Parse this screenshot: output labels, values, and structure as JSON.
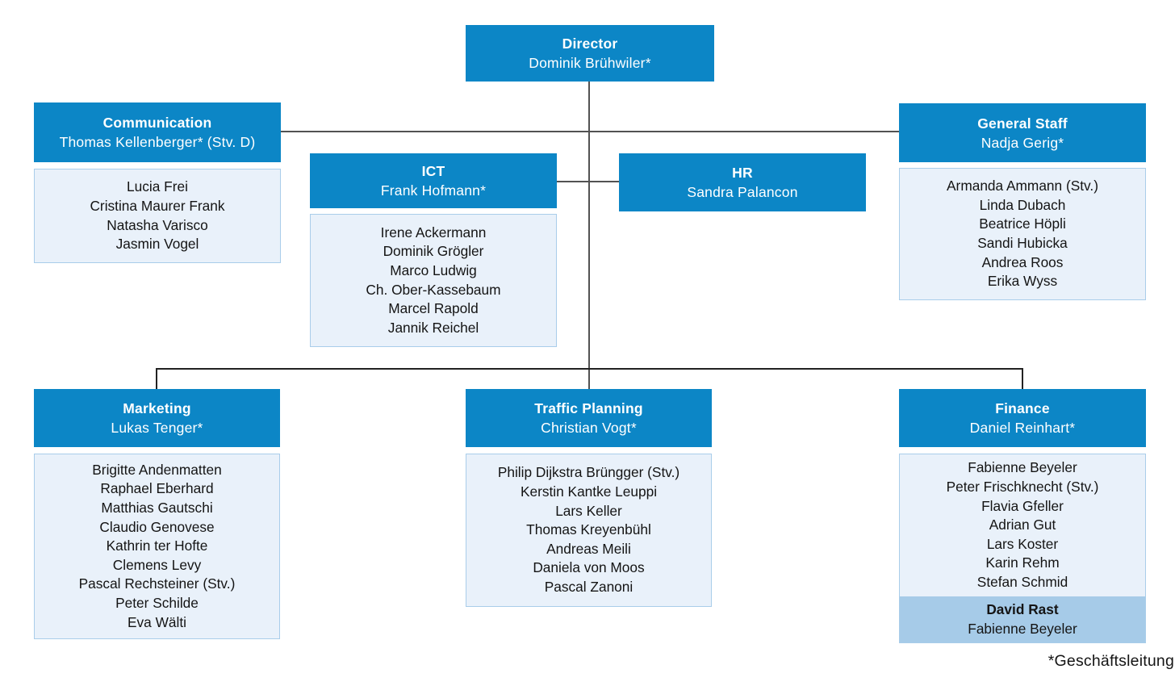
{
  "org": {
    "director": {
      "title": "Director",
      "lead": "Dominik Brühwiler*"
    },
    "communication": {
      "title": "Communication",
      "lead": "Thomas Kellenberger* (Stv. D)",
      "members": [
        "Lucia Frei",
        "Cristina Maurer Frank",
        "Natasha Varisco",
        "Jasmin Vogel"
      ]
    },
    "ict": {
      "title": "ICT",
      "lead": "Frank Hofmann*",
      "members": [
        "Irene Ackermann",
        "Dominik Grögler",
        "Marco Ludwig",
        "Ch. Ober-Kassebaum",
        "Marcel Rapold",
        "Jannik Reichel"
      ]
    },
    "hr": {
      "title": "HR",
      "lead": "Sandra Palancon"
    },
    "general_staff": {
      "title": "General Staff",
      "lead": "Nadja Gerig*",
      "members": [
        "Armanda Ammann (Stv.)",
        "Linda Dubach",
        "Beatrice Höpli",
        "Sandi Hubicka",
        "Andrea Roos",
        "Erika Wyss"
      ]
    },
    "marketing": {
      "title": "Marketing",
      "lead": "Lukas Tenger*",
      "members": [
        "Brigitte Andenmatten",
        "Raphael Eberhard",
        "Matthias Gautschi",
        "Claudio Genovese",
        "Kathrin ter Hofte",
        "Clemens Levy",
        "Pascal Rechsteiner (Stv.)",
        "Peter Schilde",
        "Eva Wälti"
      ]
    },
    "traffic_planning": {
      "title": "Traffic Planning",
      "lead": "Christian Vogt*",
      "members": [
        "Philip Dijkstra Brüngger (Stv.)",
        "Kerstin Kantke Leuppi",
        "Lars Keller",
        "Thomas Kreyenbühl",
        "Andreas Meili",
        "Daniela von Moos",
        "Pascal Zanoni"
      ]
    },
    "finance": {
      "title": "Finance",
      "lead": "Daniel Reinhart*",
      "members": [
        "Fabienne Beyeler",
        "Peter Frischknecht (Stv.)",
        "Flavia Gfeller",
        "Adrian Gut",
        "Lars Koster",
        "Karin Rehm",
        "Stefan Schmid"
      ],
      "sub_members": [
        "David Rast",
        "Fabienne Beyeler"
      ]
    },
    "footnote": "*Geschäftsleitung"
  },
  "colors": {
    "header_blue": "#0c86c6",
    "member_bg": "#e9f1fa",
    "member_border": "#a9cdea",
    "sub_bg": "#a6cbe8",
    "line_gray": "#525252",
    "line_dark": "#222222",
    "text_dark": "#141414"
  }
}
